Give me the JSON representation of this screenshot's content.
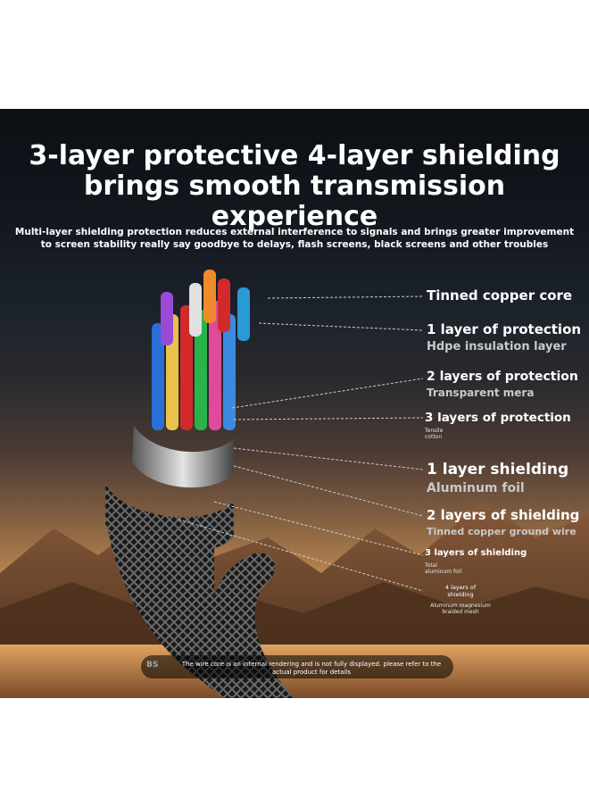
{
  "title": {
    "line1": "3-layer protective 4-layer shielding",
    "line2": "brings smooth transmission experience"
  },
  "subtitle": {
    "line1": "Multi-layer shielding protection reduces external interference to signals and brings greater improvement",
    "line2": "to screen stability really say goodbye to delays, flash screens, black screens and other troubles"
  },
  "labels": [
    {
      "main": "Tinned copper core",
      "sub": ""
    },
    {
      "main": "1 layer of protection",
      "sub": "Hdpe insulation layer"
    },
    {
      "main": "2 layers of protection",
      "sub": "Transparent mera"
    },
    {
      "main": "3 layers of protection",
      "sub_line1": "Tensile",
      "sub_line2": "cotton"
    },
    {
      "main": "1 layer shielding",
      "sub": "Aluminum foil"
    },
    {
      "main": "2 layers of shielding",
      "sub": "Tinned copper ground wire"
    },
    {
      "main": "3 layers of shielding",
      "sub_line1": "Total",
      "sub_line2": "aluminum foil"
    },
    {
      "main_line1": "4 layers of",
      "main_line2": "shielding",
      "sub_line1": "Aluminum magnesium",
      "sub_line2": "braided mesh"
    }
  ],
  "footnote": {
    "line1": "The wire core is an internal rendering and is not fully displayed. please refer to the",
    "line2": "actual product for details"
  },
  "watermark": "BS"
}
